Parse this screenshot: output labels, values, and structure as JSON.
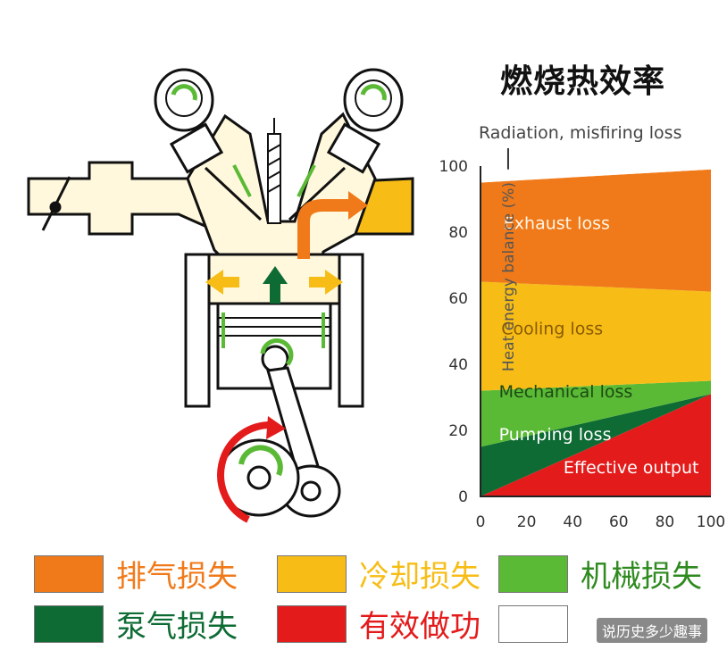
{
  "title": "燃烧热效率",
  "annotation": "Radiation, misfiring loss",
  "colors": {
    "exhaust": "#f07a1a",
    "cooling": "#f7bd16",
    "mechanical": "#5aba35",
    "pumping": "#0e6b34",
    "effective": "#e41b1b",
    "radiation": "#ffffff",
    "engine_fill": "#fff8dc"
  },
  "chart_data": {
    "type": "area",
    "x": [
      0,
      100
    ],
    "xticks": [
      "0",
      "20",
      "40",
      "60",
      "80",
      "100"
    ],
    "yticks": [
      "0",
      "20",
      "40",
      "60",
      "80",
      "100"
    ],
    "ylabel": "Heat energy balance (%)",
    "ylim": [
      0,
      100
    ],
    "xlim": [
      0,
      100
    ],
    "grid": false,
    "stack_boundaries": [
      {
        "name": "Effective output",
        "upper": [
          0,
          31
        ]
      },
      {
        "name": "Pumping loss",
        "upper": [
          15,
          31
        ]
      },
      {
        "name": "Mechanical loss",
        "upper": [
          32,
          35
        ]
      },
      {
        "name": "Cooling loss",
        "upper": [
          65,
          62
        ]
      },
      {
        "name": "Exhaust loss",
        "upper": [
          95,
          99
        ]
      },
      {
        "name": "Radiation, misfiring loss",
        "upper": [
          100,
          100
        ]
      }
    ],
    "labels": [
      {
        "text": "Exhaust loss",
        "x": 10,
        "y": 81
      },
      {
        "text": "Cooling loss",
        "x": 9,
        "y": 49
      },
      {
        "text": "Mechanical loss",
        "x": 8,
        "y": 30
      },
      {
        "text": "Pumping loss",
        "x": 8,
        "y": 17
      },
      {
        "text": "Effective output",
        "x": 36,
        "y": 7
      }
    ]
  },
  "legend": [
    {
      "label": "排气损失",
      "color": "#f07a1a",
      "text_color": "#f07a1a"
    },
    {
      "label": "冷却损失",
      "color": "#f7bd16",
      "text_color": "#f7bd16"
    },
    {
      "label": "机械损失",
      "color": "#5aba35",
      "text_color": "#2f8a1f"
    },
    {
      "label": "泵气损失",
      "color": "#0e6b34",
      "text_color": "#0e6b34"
    },
    {
      "label": "有效做功",
      "color": "#e41b1b",
      "text_color": "#e41b1b"
    },
    {
      "label": "",
      "color": "#ffffff",
      "text_color": "#aaa"
    }
  ],
  "watermark": "说历史多少趣事"
}
